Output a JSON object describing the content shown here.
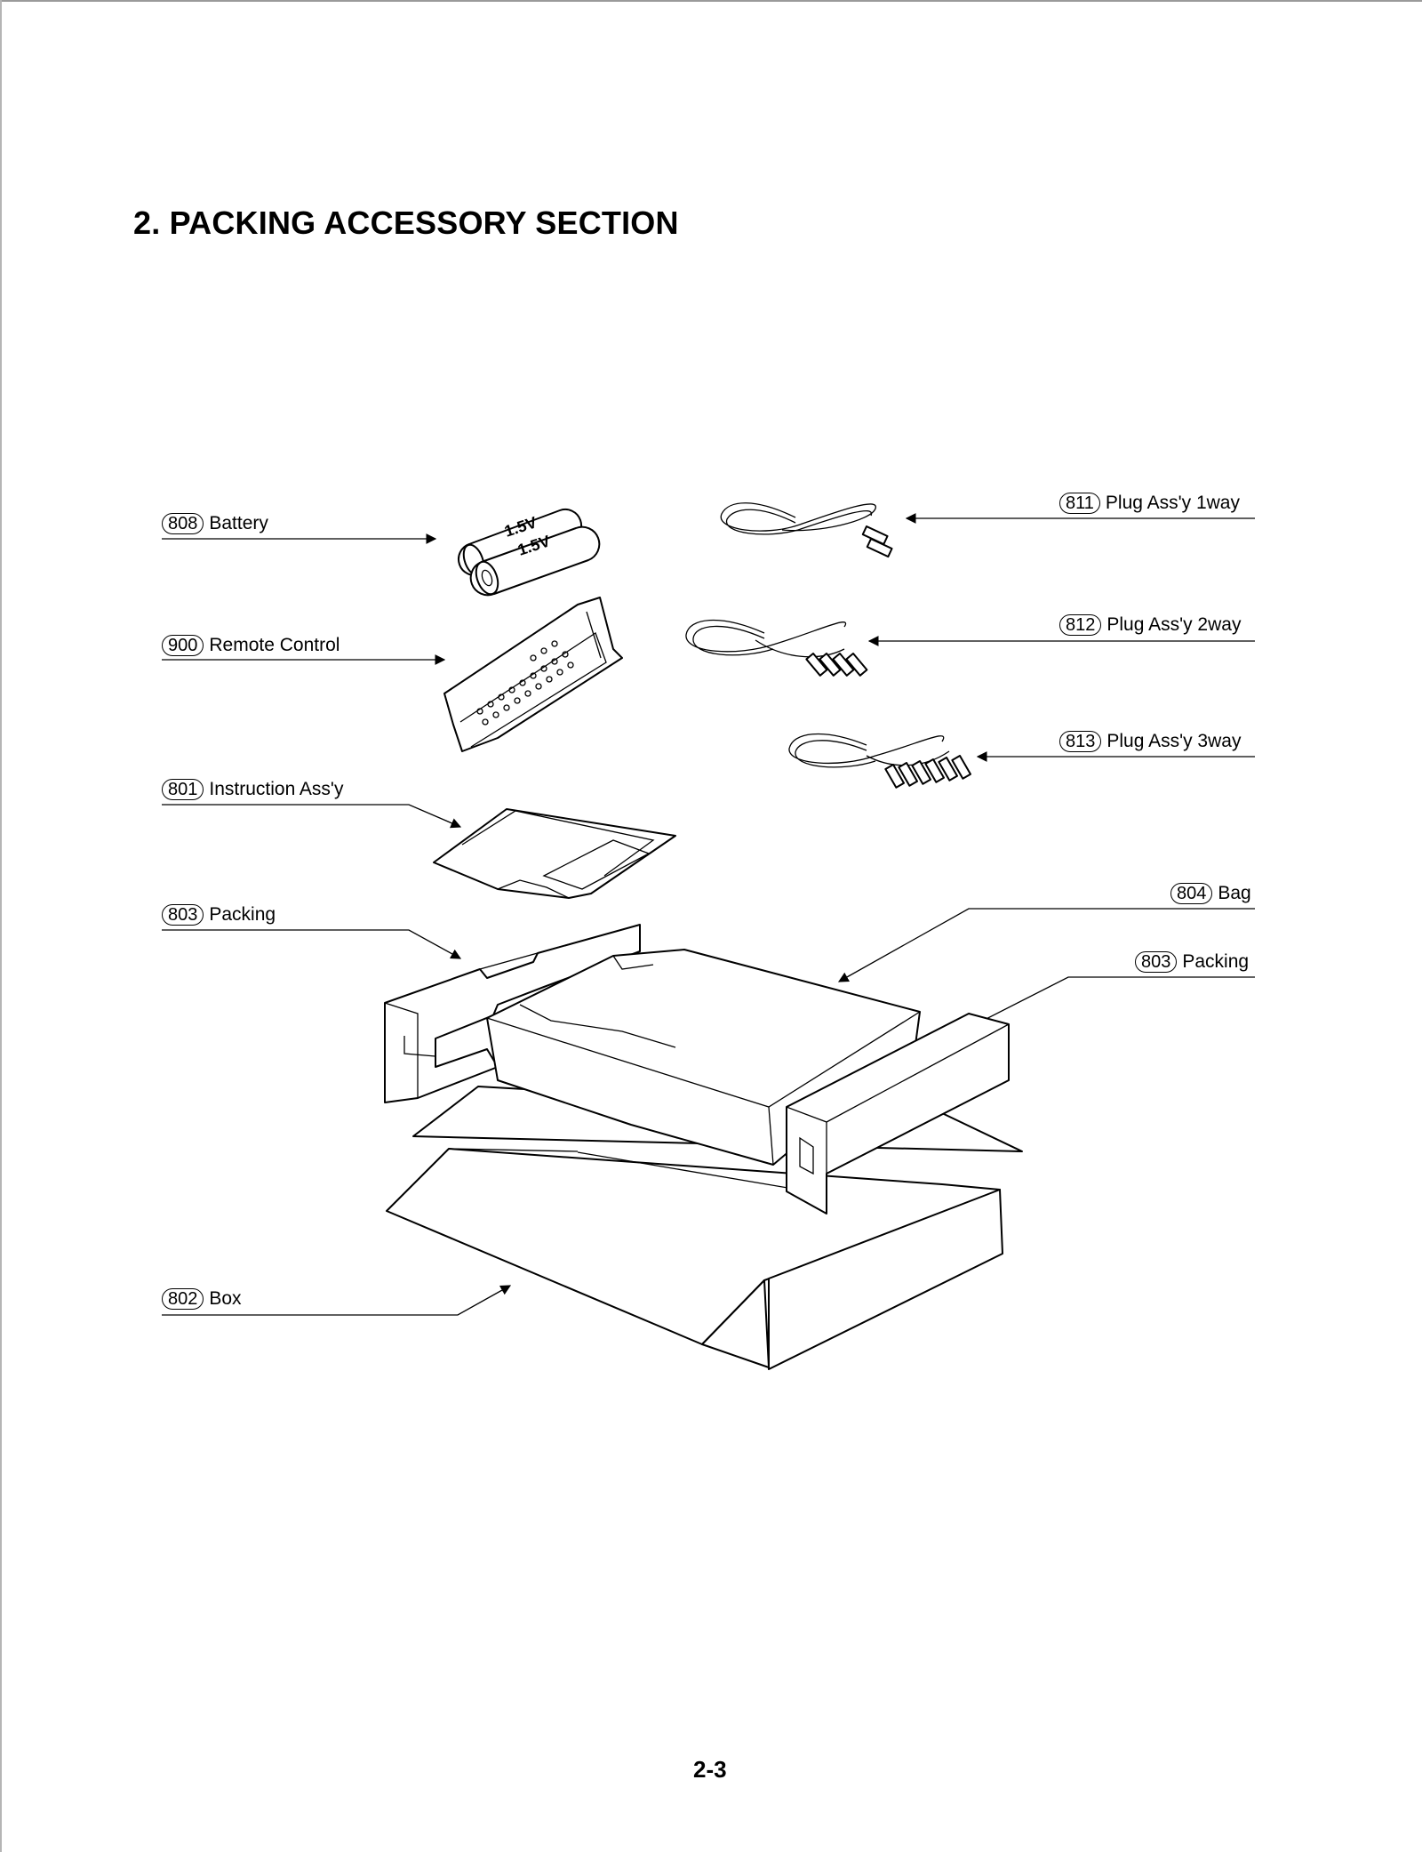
{
  "title": "2. PACKING ACCESSORY SECTION",
  "page_number": "2-3",
  "battery_print": "1.5V",
  "callouts": {
    "battery": {
      "num": "808",
      "label": "Battery"
    },
    "remote": {
      "num": "900",
      "label": "Remote Control"
    },
    "instruction": {
      "num": "801",
      "label": "Instruction Ass'y"
    },
    "packing_left": {
      "num": "803",
      "label": "Packing"
    },
    "box": {
      "num": "802",
      "label": "Box"
    },
    "plug1": {
      "num": "811",
      "label": "Plug Ass'y 1way"
    },
    "plug2": {
      "num": "812",
      "label": "Plug Ass'y 2way"
    },
    "plug3": {
      "num": "813",
      "label": "Plug Ass'y 3way"
    },
    "bag": {
      "num": "804",
      "label": "Bag"
    },
    "packing_right": {
      "num": "803",
      "label": "Packing"
    }
  }
}
